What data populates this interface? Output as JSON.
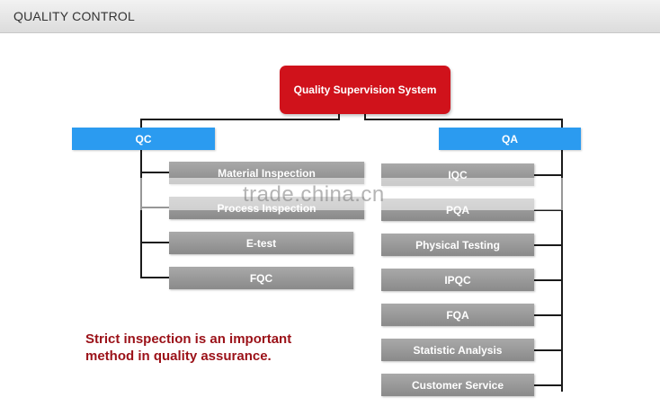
{
  "header": {
    "title": "QUALITY CONTROL"
  },
  "root": {
    "label": "Quality Supervision System"
  },
  "qc": {
    "label": "QC",
    "items": [
      "Material Inspection",
      "Process Inspection",
      "E-test",
      "FQC"
    ]
  },
  "qa": {
    "label": "QA",
    "items": [
      "IQC",
      "PQA",
      "Physical Testing",
      "IPQC",
      "FQA",
      "Statistic Analysis",
      "Customer Service"
    ]
  },
  "note": {
    "line1": "Strict inspection is an important",
    "line2": "method in quality assurance."
  },
  "watermark": {
    "text": "trade.china.cn"
  },
  "colors": {
    "root": "#d0121b",
    "branch": "#2b9bf0",
    "item": "#9a9a9a",
    "note": "#9b1118"
  }
}
